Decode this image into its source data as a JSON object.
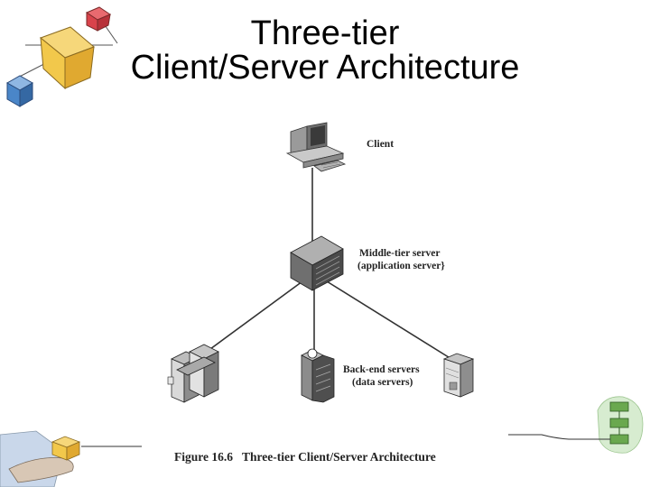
{
  "slide": {
    "title_line1": "Three-tier",
    "title_line2": "Client/Server Architecture"
  },
  "diagram": {
    "nodes": {
      "client": {
        "label": "Client"
      },
      "middle": {
        "label_line1": "Middle-tier server",
        "label_line2": "(application server}"
      },
      "backend": {
        "label_line1": "Back-end servers",
        "label_line2": "(data servers)"
      }
    },
    "caption": {
      "number": "Figure 16.6",
      "text": "Three-tier Client/Server Architecture"
    }
  },
  "colors": {
    "line": "#333333",
    "cube_yellow": "#f2c84b",
    "cube_blue": "#4a86c8",
    "cube_red": "#d9434b",
    "cube_green": "#6aa84f"
  }
}
